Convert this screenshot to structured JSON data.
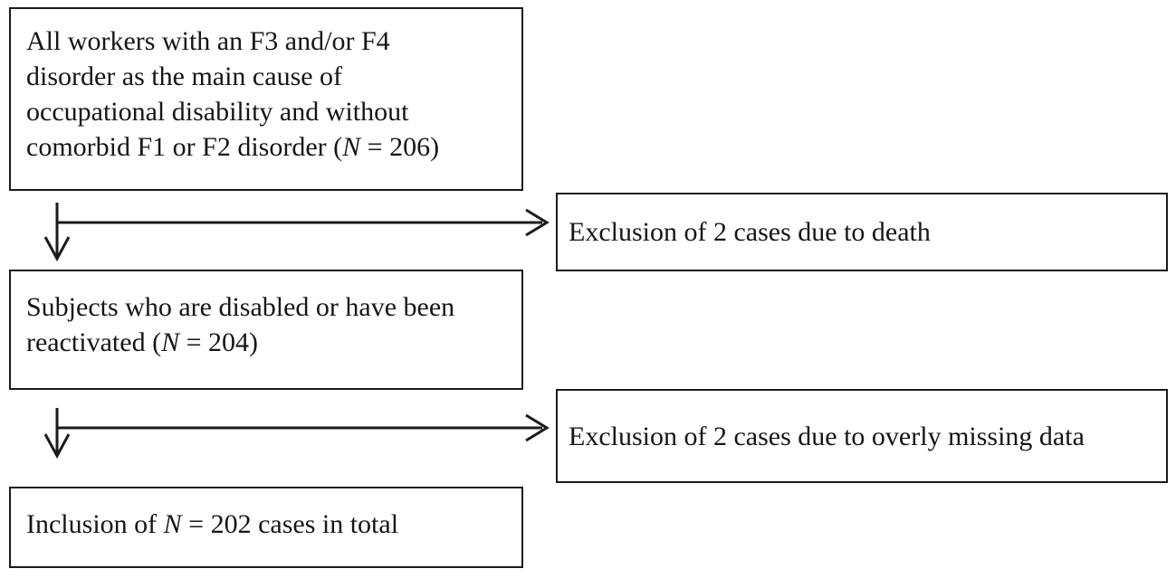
{
  "flowchart": {
    "colors": {
      "background": "#ffffff",
      "border": "#1b1b1b",
      "text": "#161616"
    },
    "box1": {
      "line1": "All workers with an F3 and/or F4",
      "line2": "disorder as the main cause of",
      "line3": "occupational disability and without",
      "line4_pre": "comorbid F1 or F2 disorder (",
      "line4_n": "N",
      "line4_post": " = 206)"
    },
    "exclusion1": {
      "label": "Exclusion of 2 cases due to death"
    },
    "box2": {
      "line1": "Subjects who are disabled or have been",
      "line2_pre": "reactivated (",
      "line2_n": "N",
      "line2_post": " = 204)"
    },
    "exclusion2": {
      "label": "Exclusion of 2 cases due to overly missing data"
    },
    "box3": {
      "pre": "Inclusion of ",
      "n": "N",
      "post": " = 202 cases in total"
    }
  }
}
